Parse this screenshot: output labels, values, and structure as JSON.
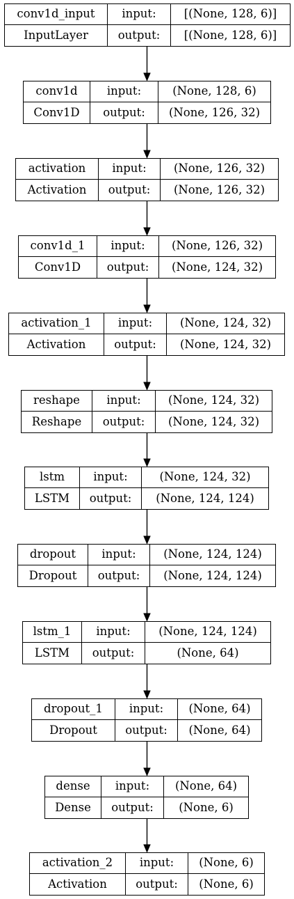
{
  "diagram": {
    "type": "keras-model-plot",
    "layers": [
      {
        "name": "conv1d_input",
        "type": "InputLayer",
        "input_label": "input:",
        "output_label": "output:",
        "input_shape": "[(None, 128, 6)]",
        "output_shape": "[(None, 128, 6)]"
      },
      {
        "name": "conv1d",
        "type": "Conv1D",
        "input_label": "input:",
        "output_label": "output:",
        "input_shape": "(None, 128, 6)",
        "output_shape": "(None, 126, 32)"
      },
      {
        "name": "activation",
        "type": "Activation",
        "input_label": "input:",
        "output_label": "output:",
        "input_shape": "(None, 126, 32)",
        "output_shape": "(None, 126, 32)"
      },
      {
        "name": "conv1d_1",
        "type": "Conv1D",
        "input_label": "input:",
        "output_label": "output:",
        "input_shape": "(None, 126, 32)",
        "output_shape": "(None, 124, 32)"
      },
      {
        "name": "activation_1",
        "type": "Activation",
        "input_label": "input:",
        "output_label": "output:",
        "input_shape": "(None, 124, 32)",
        "output_shape": "(None, 124, 32)"
      },
      {
        "name": "reshape",
        "type": "Reshape",
        "input_label": "input:",
        "output_label": "output:",
        "input_shape": "(None, 124, 32)",
        "output_shape": "(None, 124, 32)"
      },
      {
        "name": "lstm",
        "type": "LSTM",
        "input_label": "input:",
        "output_label": "output:",
        "input_shape": "(None, 124, 32)",
        "output_shape": "(None, 124, 124)"
      },
      {
        "name": "dropout",
        "type": "Dropout",
        "input_label": "input:",
        "output_label": "output:",
        "input_shape": "(None, 124, 124)",
        "output_shape": "(None, 124, 124)"
      },
      {
        "name": "lstm_1",
        "type": "LSTM",
        "input_label": "input:",
        "output_label": "output:",
        "input_shape": "(None, 124, 124)",
        "output_shape": "(None, 64)"
      },
      {
        "name": "dropout_1",
        "type": "Dropout",
        "input_label": "input:",
        "output_label": "output:",
        "input_shape": "(None, 64)",
        "output_shape": "(None, 64)"
      },
      {
        "name": "dense",
        "type": "Dense",
        "input_label": "input:",
        "output_label": "output:",
        "input_shape": "(None, 64)",
        "output_shape": "(None, 6)"
      },
      {
        "name": "activation_2",
        "type": "Activation",
        "input_label": "input:",
        "output_label": "output:",
        "input_shape": "(None, 6)",
        "output_shape": "(None, 6)"
      }
    ]
  },
  "colors": {
    "border": "#000000",
    "background": "#ffffff",
    "text": "#000000"
  }
}
